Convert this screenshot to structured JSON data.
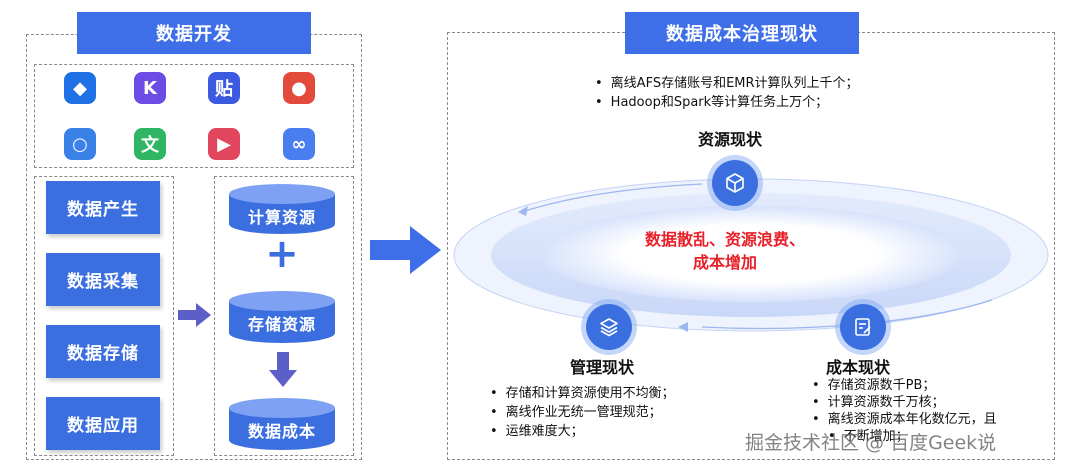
{
  "left_panel": {
    "header": "数据开发",
    "apps": [
      {
        "icon": "cube-logo-icon",
        "glyph": "◆",
        "color": "#1f6fe5"
      },
      {
        "icon": "k-logo-icon",
        "glyph": "K",
        "color": "#6b4de6"
      },
      {
        "icon": "tieba-logo-icon",
        "glyph": "贴",
        "color": "#3b5ae0"
      },
      {
        "icon": "map-pin-logo-icon",
        "glyph": "●",
        "color": "#e24a3b"
      },
      {
        "icon": "magnifier-logo-icon",
        "glyph": "○",
        "color": "#3a82e8"
      },
      {
        "icon": "wenku-logo-icon",
        "glyph": "文",
        "color": "#2fb563"
      },
      {
        "icon": "play-logo-icon",
        "glyph": "▶",
        "color": "#e2465e"
      },
      {
        "icon": "cloud-rings-logo-icon",
        "glyph": "∞",
        "color": "#4a7ef0"
      }
    ],
    "stages": [
      "数据产生",
      "数据采集",
      "数据存储",
      "数据应用"
    ],
    "resources": {
      "compute": "计算资源",
      "plus": "+",
      "storage": "存储资源",
      "cost": "数据成本"
    }
  },
  "right_panel": {
    "header": "数据成本治理现状",
    "top_bullets": [
      "离线AFS存储账号和EMR计算队列上千个；",
      "Hadoop和Spark等计算任务上万个；"
    ],
    "resource_title": "资源现状",
    "center_text_line1": "数据散乱、资源浪费、",
    "center_text_line2": "成本增加",
    "management_title": "管理现状",
    "management_bullets": [
      "存储和计算资源使用不均衡；",
      "离线作业无统一管理规范；",
      "运维难度大；"
    ],
    "cost_title": "成本现状",
    "cost_bullets": [
      "存储资源数千PB；",
      "计算资源数千万核；",
      "离线资源成本年化数亿元，且",
      "不断增加；"
    ]
  },
  "watermark": "掘金技术社区 @ 百度Geek说",
  "colors": {
    "accent": "#3b6fe0",
    "header": "#3f6fe8",
    "highlight": "#e8202a"
  }
}
